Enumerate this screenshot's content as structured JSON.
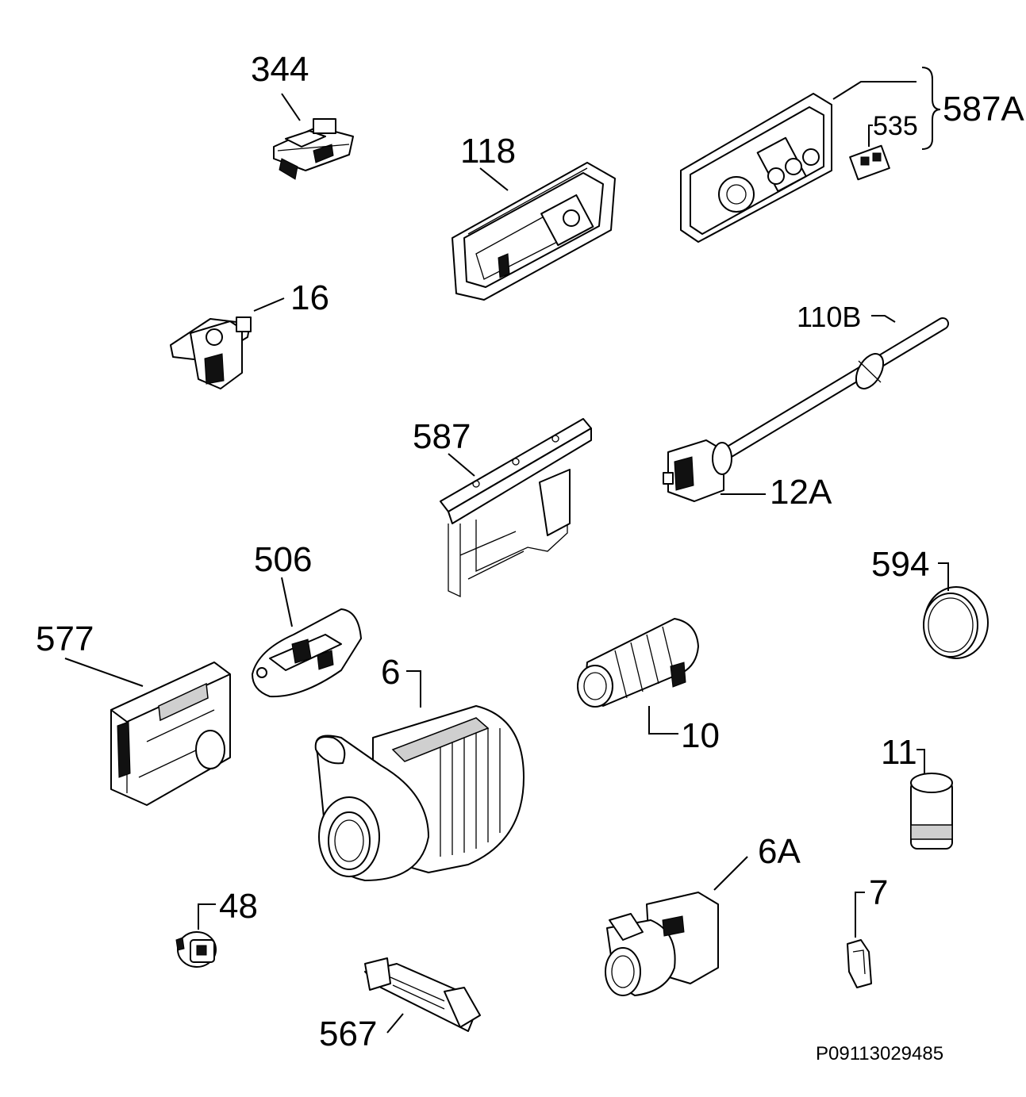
{
  "reference": "P09113029485",
  "parts": {
    "p344": "344",
    "p118": "118",
    "p587A": "587A",
    "p535": "535",
    "p16": "16",
    "p110B": "110B",
    "p587": "587",
    "p12A": "12A",
    "p506": "506",
    "p594": "594",
    "p577": "577",
    "p6": "6",
    "p10": "10",
    "p11": "11",
    "p6A": "6A",
    "p48": "48",
    "p7": "7",
    "p567": "567"
  }
}
